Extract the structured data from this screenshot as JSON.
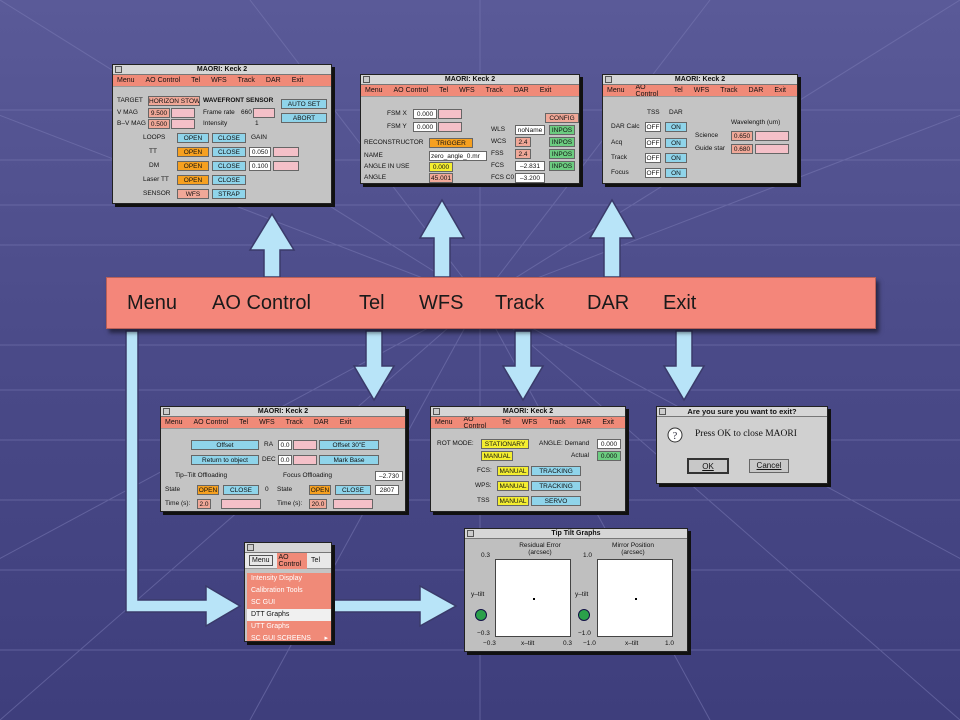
{
  "main_menu": {
    "items": [
      "Menu",
      "AO Control",
      "Tel",
      "WFS",
      "Track",
      "DAR",
      "Exit"
    ]
  },
  "colors": {
    "accent": "#f4867a",
    "arrow": "#b8e4f8",
    "button": "#8fd4ea",
    "open": "#f6a020"
  },
  "win_ao": {
    "title": "MAORI: Keck 2",
    "menu": [
      "Menu",
      "AO Control",
      "Tel",
      "WFS",
      "Track",
      "DAR",
      "Exit"
    ],
    "target_label": "TARGET",
    "target": "HORIZON STOW",
    "vmag_label": "V MAG",
    "vmag": "9.500",
    "bvmag_label": "B–V MAG",
    "bvmag": "0.500",
    "wfs_title": "WAVEFRONT SENSOR",
    "frame_rate_label": "Frame rate",
    "frame_rate": "660",
    "intensity_label": "Intensity",
    "intensity": "1",
    "autoset": "AUTO SET",
    "abort": "ABORT",
    "loops": "LOOPS",
    "open": "OPEN",
    "close": "CLOSE",
    "gain": "GAIN",
    "tt": "TT",
    "tt_gain": "0.050",
    "dm": "DM",
    "dm_gain": "0.100",
    "laser_tt": "Laser TT",
    "sensor": "SENSOR",
    "wfs": "WFS",
    "strap": "STRAP"
  },
  "win_wfs": {
    "title": "MAORI: Keck 2",
    "menu": [
      "Menu",
      "AO Control",
      "Tel",
      "WFS",
      "Track",
      "DAR",
      "Exit"
    ],
    "fsmx_label": "FSM X",
    "fsmx": "0.000",
    "fsmy_label": "FSM Y",
    "fsmy": "0.000",
    "config": "CONFIG",
    "recon_label": "RECONSTRUCTOR",
    "trigger": "TRIGGER",
    "name_label": "NAME",
    "name": "zero_angle_0.mr",
    "angle_use_label": "ANGLE IN USE",
    "angle_use": "0.000",
    "angle_label": "ANGLE",
    "angle": "45.001",
    "wls_label": "WLS",
    "wls": "noName",
    "wcs_label": "WCS",
    "wcs": "2.4",
    "fss_label": "FSS",
    "fss": "2.4",
    "fcs_label": "FCS",
    "fcs": "–2.831",
    "fcs0_label": "FCS C0",
    "fcs0": "–3.200",
    "inpos": "INPOS"
  },
  "win_dar": {
    "title": "MAORI: Keck 2",
    "menu": [
      "Menu",
      "AO Control",
      "Tel",
      "WFS",
      "Track",
      "DAR",
      "Exit"
    ],
    "tss": "TSS",
    "dar": "DAR",
    "dar_calc": "DAR Calc",
    "acq": "Acq",
    "track": "Track",
    "focus": "Focus",
    "off": "OFF",
    "on": "ON",
    "wavelength": "Wavelength (um)",
    "science_label": "Science",
    "science": "0.650",
    "guide_label": "Guide star",
    "guide": "0.680"
  },
  "win_tel": {
    "title": "MAORI: Keck 2",
    "menu": [
      "Menu",
      "AO Control",
      "Tel",
      "WFS",
      "Track",
      "DAR",
      "Exit"
    ],
    "offset": "Offset",
    "ra_label": "RA",
    "ra": "0.0",
    "offset30": "Offset 30\"E",
    "return": "Return to object",
    "dec_label": "DEC",
    "dec": "0.0",
    "mark_base": "Mark Base",
    "tt_off": "Tip–Tilt Offloading",
    "focus_off": "Focus Offloading",
    "focus_val": "–2.730",
    "state": "State",
    "open": "OPEN",
    "close": "CLOSE",
    "tt_state_val": "0",
    "focus_state_val": "2807",
    "time": "Time (s):",
    "tt_time": "2.0",
    "focus_time": "20.0"
  },
  "win_track": {
    "title": "MAORI: Keck 2",
    "menu": [
      "Menu",
      "AO Control",
      "Tel",
      "WFS",
      "Track",
      "DAR",
      "Exit"
    ],
    "rot_label": "ROT MODE:",
    "stationary": "STATIONARY",
    "manual": "MANUAL",
    "angle_demand_label": "ANGLE: Demand",
    "demand": "0.000",
    "actual_label": "Actual",
    "actual": "0.000",
    "fcs": "FCS:",
    "wps": "WPS:",
    "tss": "TSS",
    "tracking": "TRACKING",
    "servo": "SERVO"
  },
  "win_exit": {
    "title": "Are you sure you want to exit?",
    "message": "Press OK to close MAORI",
    "ok": "OK",
    "cancel": "Cancel"
  },
  "win_menu": {
    "menu": [
      "Menu",
      "AO Control",
      "Tel"
    ],
    "items": [
      "Intensity Display",
      "Calibration Tools",
      "SC GUI",
      "DTT Graphs",
      "UTT Graphs",
      "SC GUI SCREENS"
    ],
    "submenu_arrow": "▸"
  },
  "win_graphs": {
    "title": "Tip Tilt Graphs",
    "plot1": {
      "title": "Residual Error",
      "unit": "(arcsec)",
      "ytop": "0.3",
      "ybot": "−0.3",
      "xl": "−0.3",
      "xr": "0.3",
      "xlabel": "x–tilt",
      "ylabel": "y–tilt"
    },
    "plot2": {
      "title": "Mirror Position",
      "unit": "(arcsec)",
      "ytop": "1.0",
      "ybot": "−1.0",
      "xl": "−1.0",
      "xr": "1.0",
      "xlabel": "x–tilt",
      "ylabel": "y–tilt"
    }
  }
}
